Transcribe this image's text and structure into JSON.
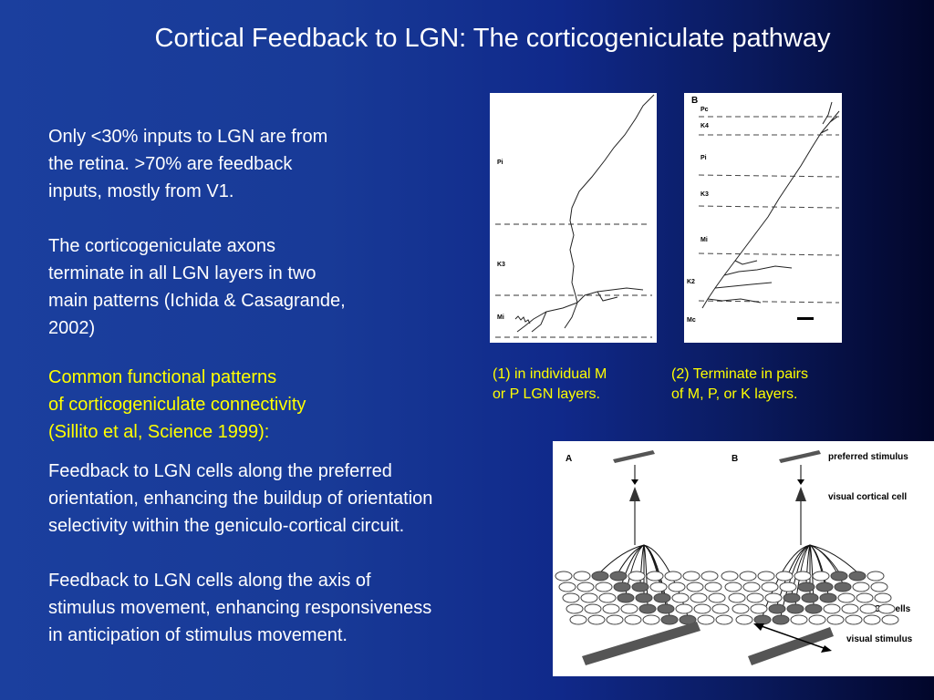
{
  "slide": {
    "title": "Cortical Feedback to LGN: The corticogeniculate pathway",
    "para1": "Only <30% inputs to LGN are from\nthe retina. >70% are feedback\ninputs, mostly from V1.",
    "para2": "The corticogeniculate axons\nterminate in all LGN layers in two\nmain patterns (Ichida & Casagrande,\n2002)",
    "para3": "Common functional patterns\nof corticogeniculate connectivity\n(Sillito et al, Science 1999):",
    "para4": "Feedback to LGN cells along the preferred\norientation, enhancing the buildup of orientation\nselectivity within the geniculo-cortical circuit.",
    "para5": "Feedback to LGN cells along the axis of\nstimulus movement, enhancing responsiveness\nin anticipation of stimulus movement.",
    "caption1": "(1) in individual M\nor P LGN layers.",
    "caption2": "(2) Terminate in pairs\nof M, P, or K layers."
  },
  "figure_left": {
    "layers": [
      "Pi",
      "K3",
      "Mi"
    ]
  },
  "figure_right": {
    "panel_label": "B",
    "layers": [
      "Pc",
      "K4",
      "Pi",
      "K3",
      "Mi",
      "K2",
      "Mc"
    ]
  },
  "figure_bottom": {
    "label_a": "A",
    "label_b": "B",
    "preferred_stimulus": "preferred stimulus",
    "visual_cortical_cell": "visual cortical cell",
    "dlgn_cells": "dLGN cells",
    "visual_stimulus": "visual stimulus"
  },
  "colors": {
    "accent_text": "#ffff00",
    "body_text": "#ffffff"
  }
}
